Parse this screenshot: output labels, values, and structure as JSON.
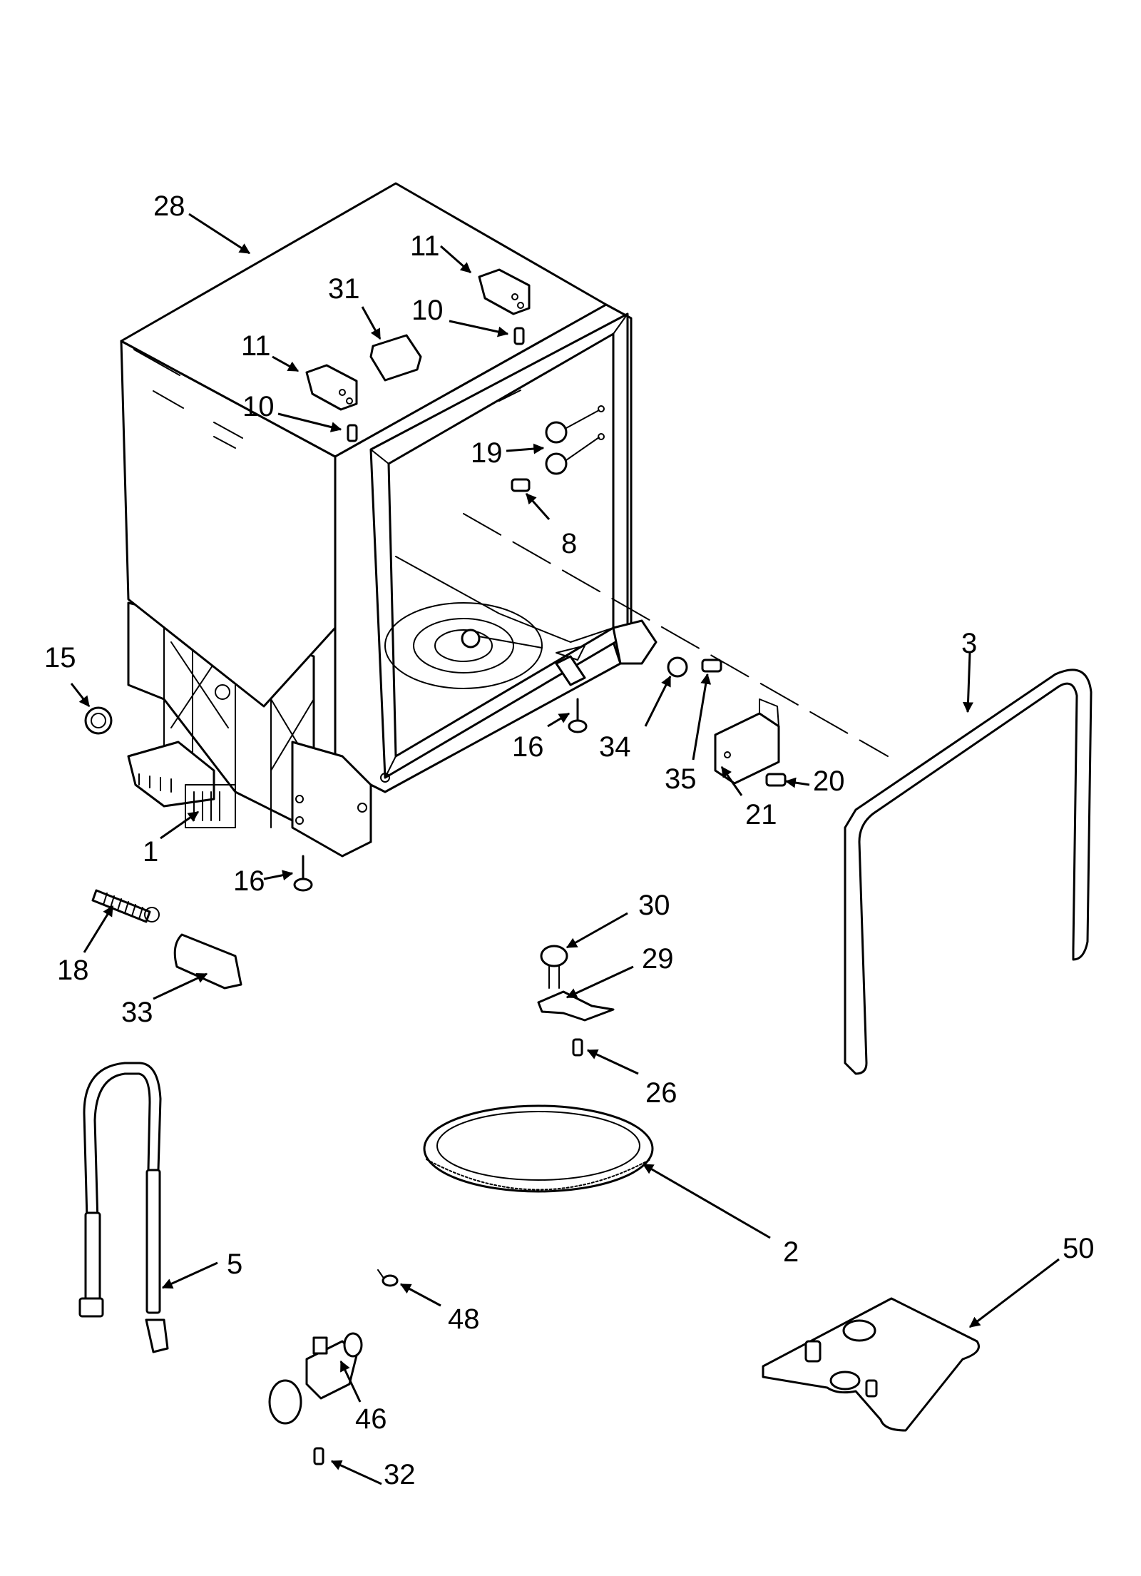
{
  "callouts": [
    {
      "id": "28",
      "text": "28",
      "part": "tub"
    },
    {
      "id": "11a",
      "text": "11",
      "part": "bracket-right"
    },
    {
      "id": "31",
      "text": "31",
      "part": "clip"
    },
    {
      "id": "10a",
      "text": "10",
      "part": "screw-right"
    },
    {
      "id": "11b",
      "text": "11",
      "part": "bracket-left"
    },
    {
      "id": "10b",
      "text": "10",
      "part": "screw-left"
    },
    {
      "id": "19",
      "text": "19",
      "part": "rollers"
    },
    {
      "id": "8",
      "text": "8",
      "part": "roller-screw"
    },
    {
      "id": "15",
      "text": "15",
      "part": "plug"
    },
    {
      "id": "3",
      "text": "3",
      "part": "door-gasket"
    },
    {
      "id": "16a",
      "text": "16",
      "part": "foot-center"
    },
    {
      "id": "34",
      "text": "34",
      "part": "star-washer"
    },
    {
      "id": "35",
      "text": "35",
      "part": "ground-screw"
    },
    {
      "id": "20",
      "text": "20",
      "part": "bracket-screw"
    },
    {
      "id": "21",
      "text": "21",
      "part": "bracket"
    },
    {
      "id": "1",
      "text": "1",
      "part": "base"
    },
    {
      "id": "16b",
      "text": "16",
      "part": "foot-front"
    },
    {
      "id": "18",
      "text": "18",
      "part": "spring"
    },
    {
      "id": "33",
      "text": "33",
      "part": "pad"
    },
    {
      "id": "30",
      "text": "30",
      "part": "thermostat"
    },
    {
      "id": "29",
      "text": "29",
      "part": "thermostat-bracket"
    },
    {
      "id": "26",
      "text": "26",
      "part": "thermostat-screw"
    },
    {
      "id": "2",
      "text": "2",
      "part": "sump-gasket"
    },
    {
      "id": "5",
      "text": "5",
      "part": "heater-element"
    },
    {
      "id": "48",
      "text": "48",
      "part": "small-clamp"
    },
    {
      "id": "50",
      "text": "50",
      "part": "parts-bag"
    },
    {
      "id": "46",
      "text": "46",
      "part": "hose-clamp"
    },
    {
      "id": "32",
      "text": "32",
      "part": "clamp-screw"
    }
  ]
}
